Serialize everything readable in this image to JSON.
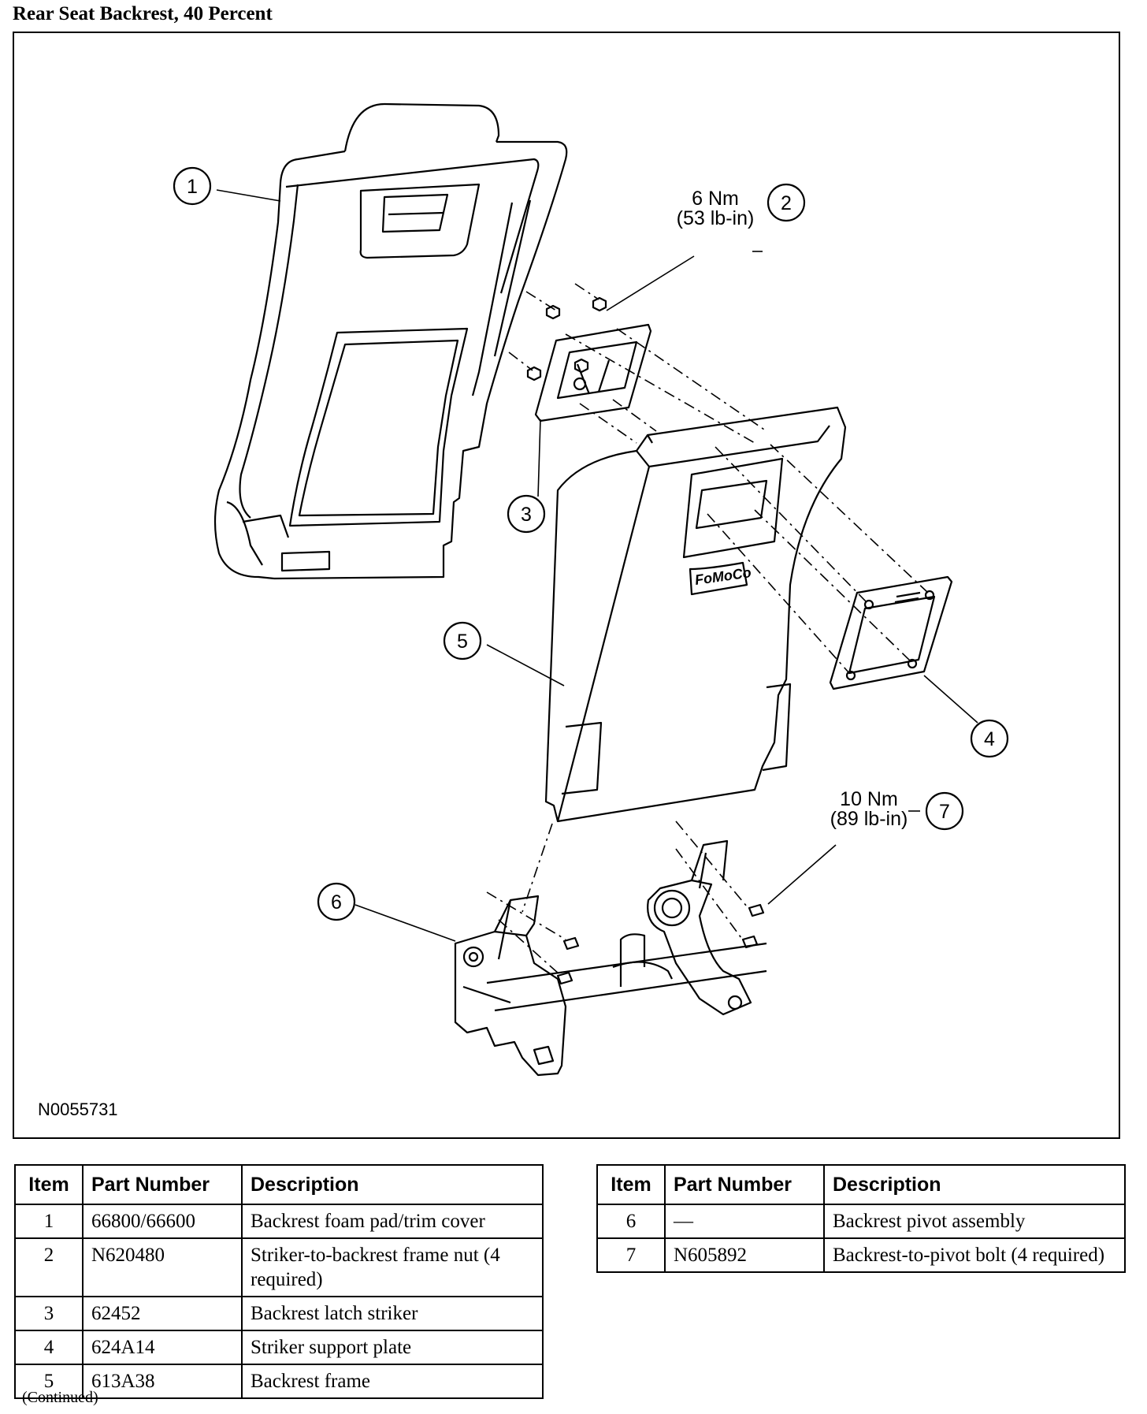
{
  "title": "Rear Seat Backrest, 40 Percent",
  "figure": {
    "id": "N0055731",
    "callouts": [
      "1",
      "2",
      "3",
      "4",
      "5",
      "6",
      "7"
    ],
    "torque_2": {
      "line1": "6 Nm",
      "line2": "(53 lb-in)"
    },
    "torque_7": {
      "line1": "10 Nm",
      "line2": "(89 lb-in)"
    },
    "stamp_text": "FoMoCo"
  },
  "table_headers": {
    "item": "Item",
    "part_number": "Part Number",
    "description": "Description"
  },
  "parts_left": [
    {
      "item": "1",
      "part_number": "66800/66600",
      "description": "Backrest foam pad/trim cover"
    },
    {
      "item": "2",
      "part_number": "N620480",
      "description": "Striker-to-backrest frame nut (4 required)"
    },
    {
      "item": "3",
      "part_number": "62452",
      "description": "Backrest latch striker"
    },
    {
      "item": "4",
      "part_number": "624A14",
      "description": "Striker support plate"
    },
    {
      "item": "5",
      "part_number": "613A38",
      "description": "Backrest frame"
    }
  ],
  "parts_right": [
    {
      "item": "6",
      "part_number": "—",
      "description": "Backrest pivot assembly"
    },
    {
      "item": "7",
      "part_number": "N605892",
      "description": "Backrest-to-pivot bolt (4 required)"
    }
  ],
  "continued": "(Continued)"
}
